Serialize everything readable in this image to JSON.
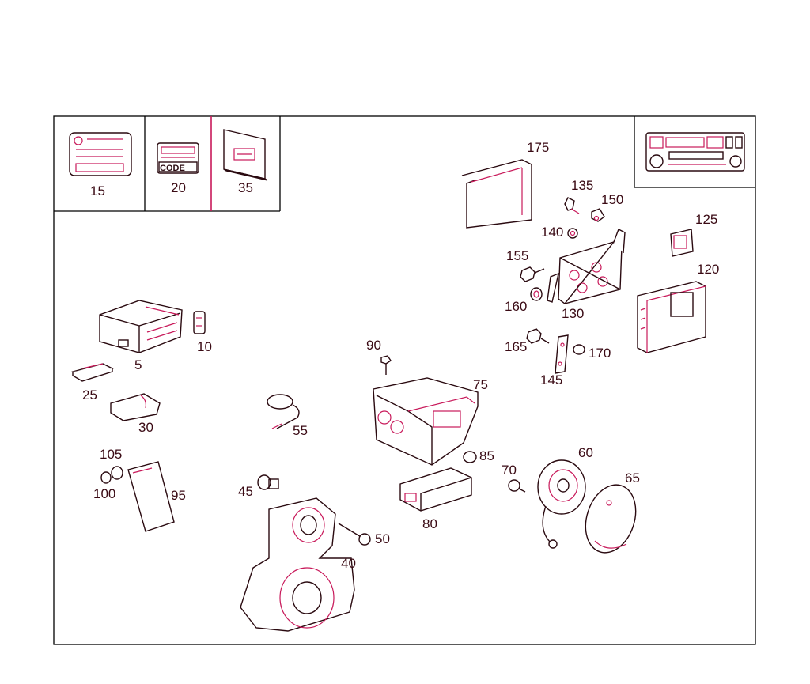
{
  "diagram": {
    "callouts": {
      "c5": "5",
      "c10": "10",
      "c15": "15",
      "c20": "20",
      "c25": "25",
      "c30": "30",
      "c35": "35",
      "c40": "40",
      "c45": "45",
      "c50": "50",
      "c55": "55",
      "c60": "60",
      "c65": "65",
      "c70": "70",
      "c75": "75",
      "c80": "80",
      "c85": "85",
      "c90": "90",
      "c95": "95",
      "c100": "100",
      "c105": "105",
      "c120": "120",
      "c125": "125",
      "c130": "130",
      "c135": "135",
      "c140": "140",
      "c145": "145",
      "c150": "150",
      "c155": "155",
      "c160": "160",
      "c165": "165",
      "c170": "170",
      "c175": "175"
    },
    "inset_codes": {
      "code_card_text": "CODE"
    },
    "colors": {
      "outline": "#000000",
      "accent": "#c8195a",
      "ink": "#2a0a10"
    }
  }
}
